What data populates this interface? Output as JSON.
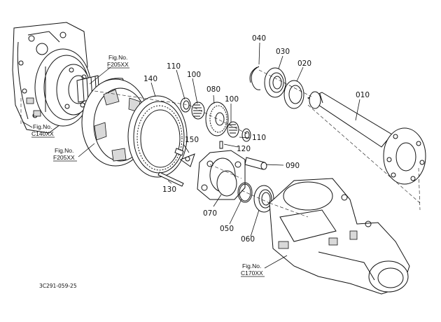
{
  "part_numbers": {
    "p010": "010",
    "p020": "020",
    "p030": "030",
    "p040": "040",
    "p050": "050",
    "p060": "060",
    "p070": "070",
    "p080": "080",
    "p090": "090",
    "p100a": "100",
    "p100b": "100",
    "p110a": "110",
    "p110b": "110",
    "p120": "120",
    "p130": "130",
    "p140": "140",
    "p150": "150"
  },
  "fig_refs": {
    "f205_top": {
      "line1": "Fig.No.",
      "line2": "F205XX"
    },
    "f205_left": {
      "line1": "Fig.No.",
      "line2": "F205XX"
    },
    "c140": {
      "line1": "Fig.No.",
      "line2": "C140XX"
    },
    "c170": {
      "line1": "Fig.No.",
      "line2": "C170XX"
    }
  },
  "drawing_code": "3C291-059-25"
}
